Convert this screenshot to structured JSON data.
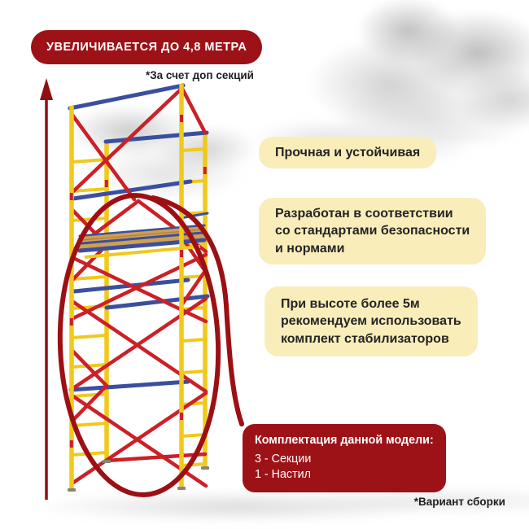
{
  "banner": {
    "text": "УВЕЛИЧИВАЕТСЯ ДО 4,8 МЕТРА",
    "footnote": "*За счет доп секций"
  },
  "callouts": [
    {
      "text": "Прочная и устойчивая"
    },
    {
      "lines": [
        "Разработан в соответствии",
        "со стандартами безопасности",
        "и нормами"
      ]
    },
    {
      "lines": [
        "При высоте более 5м",
        "рекомендуем использовать",
        "комплект стабилизаторов"
      ]
    }
  ],
  "equipment_box": {
    "title": "Комплектация данной модели:",
    "items": [
      "3 - Секции",
      "1 - Настил"
    ]
  },
  "footer_note": "*Вариант сборки",
  "illustration": {
    "subject": "scaffold-tower",
    "annotations": [
      "height-increase-arrow",
      "included-sections-ellipse"
    ]
  },
  "colors": {
    "brand_red": "#9d1217",
    "annotation_red": "#9c1014",
    "callout_yellow": "#f9eeba",
    "text_dark": "#202020",
    "scaffold_yellow": "#f0c91c",
    "scaffold_red": "#cc2027",
    "scaffold_blue": "#3a4f9e",
    "wood": "#cfa051"
  }
}
